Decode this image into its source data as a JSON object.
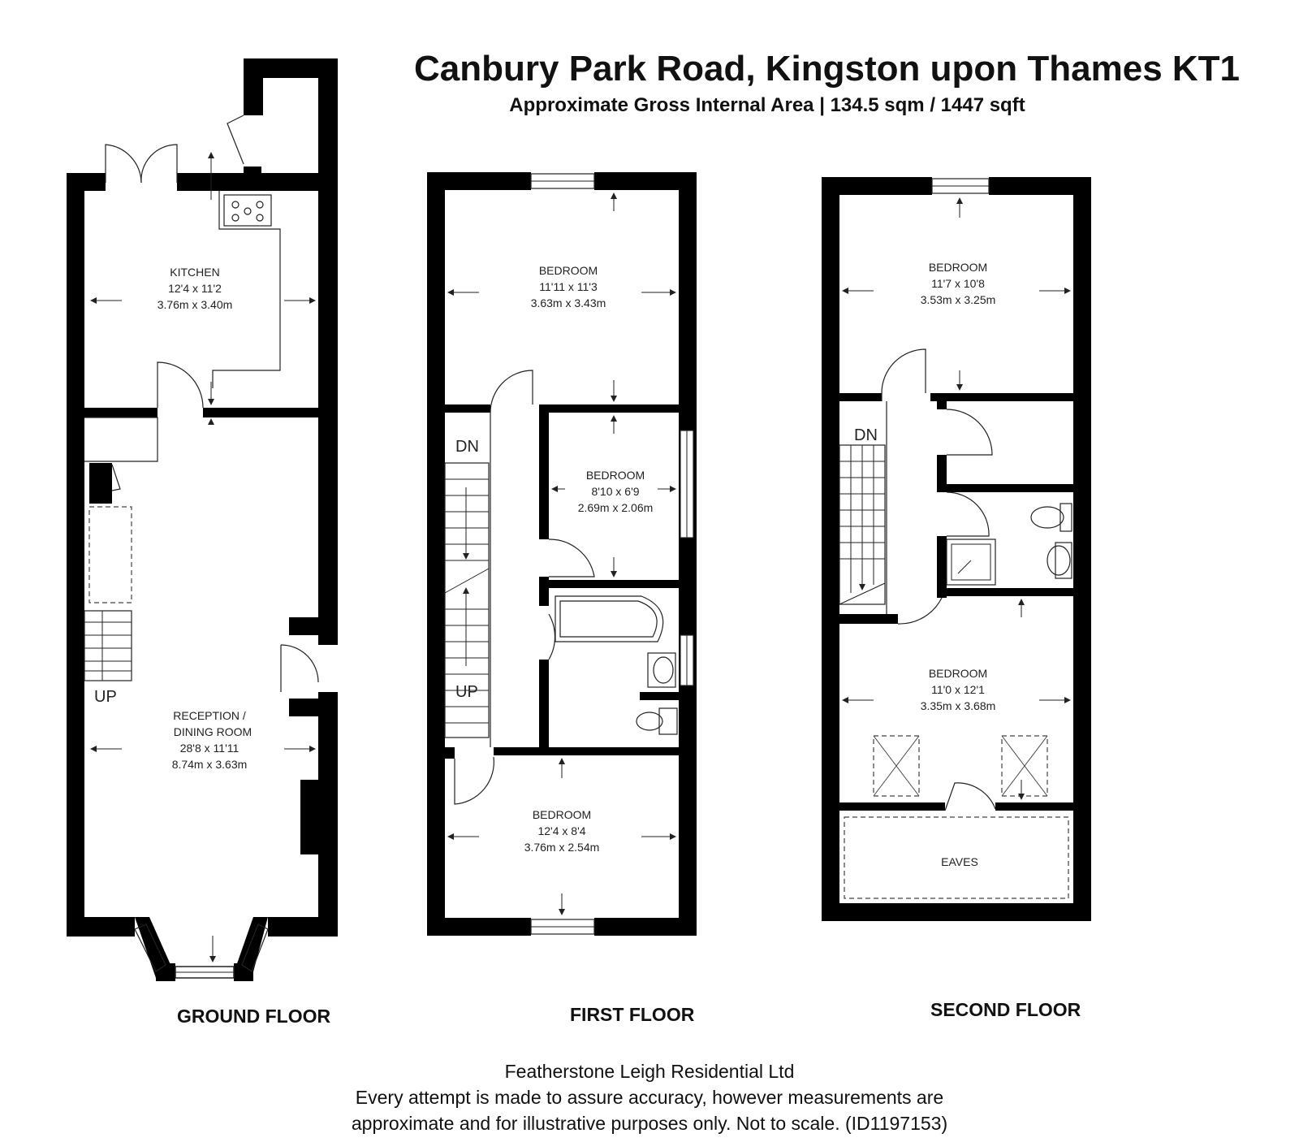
{
  "header": {
    "title": "Canbury Park Road, Kingston upon Thames KT1",
    "subtitle": "Approximate Gross Internal Area | 134.5 sqm / 1447 sqft"
  },
  "floors": {
    "ground": {
      "label": "GROUND FLOOR",
      "kitchen": {
        "name": "KITCHEN",
        "imperial": "12'4 x 11'2",
        "metric": "3.76m x 3.40m"
      },
      "reception": {
        "name1": "RECEPTION /",
        "name2": "DINING ROOM",
        "imperial": "28'8 x 11'11",
        "metric": "8.74m x 3.63m"
      },
      "stairs": "UP"
    },
    "first": {
      "label": "FIRST FLOOR",
      "bedroom_rear": {
        "name": "BEDROOM",
        "imperial": "11'11 x 11'3",
        "metric": "3.63m x 3.43m"
      },
      "bedroom_middle": {
        "name": "BEDROOM",
        "imperial": "8'10 x 6'9",
        "metric": "2.69m x 2.06m"
      },
      "bedroom_front": {
        "name": "BEDROOM",
        "imperial": "12'4 x 8'4",
        "metric": "3.76m x 2.54m"
      },
      "stairs_down": "DN",
      "stairs_up": "UP"
    },
    "second": {
      "label": "SECOND FLOOR",
      "bedroom_rear": {
        "name": "BEDROOM",
        "imperial": "11'7 x 10'8",
        "metric": "3.53m x 3.25m"
      },
      "bedroom_front": {
        "name": "BEDROOM",
        "imperial": "11'0 x 12'1",
        "metric": "3.35m x 3.68m"
      },
      "eaves": "EAVES",
      "stairs_down": "DN"
    }
  },
  "footer": {
    "company": "Featherstone Leigh Residential Ltd",
    "line1": "Every attempt is made to assure accuracy, however measurements are",
    "line2": "approximate and for illustrative purposes only. Not to scale. (ID1197153)"
  }
}
